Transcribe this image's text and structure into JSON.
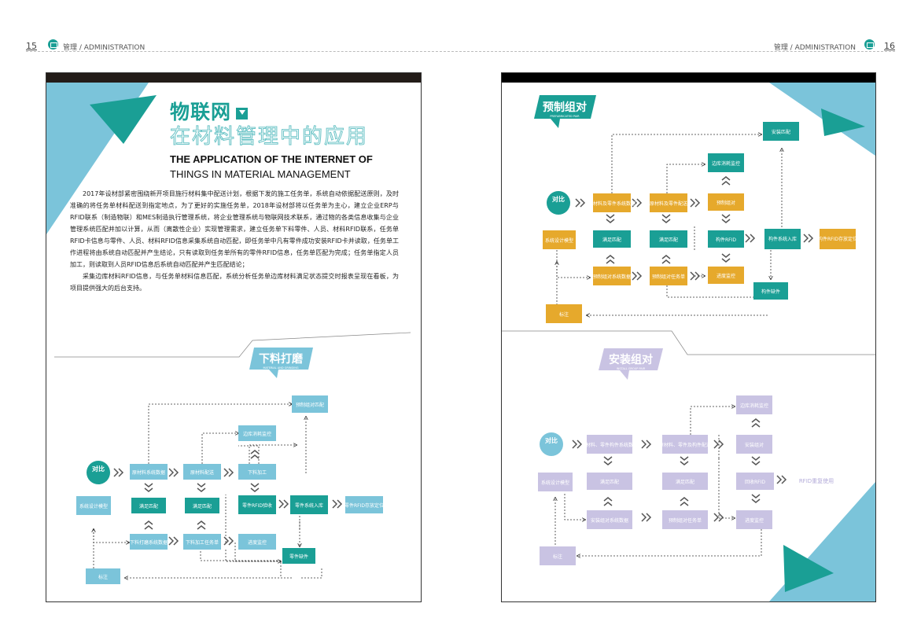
{
  "header": {
    "left_page_num": "15",
    "right_page_num": "16",
    "section_label": "管理 / ADMINISTRATION"
  },
  "colors": {
    "teal": "#1a9f95",
    "light_blue": "#7bc4da",
    "gold": "#e6a92c",
    "lavender": "#c9c3e3"
  },
  "article": {
    "title_cn_1": "物联网",
    "title_cn_2": "在材料管理中的应用",
    "title_en_1": "THE APPLICATION OF THE INTERNET OF",
    "title_en_2": "THINGS IN MATERIAL MANAGEMENT",
    "paragraphs": [
      "2017年设材部紧密围绕新开项目施行材料集中配送计划，根据下发的施工任务单，系统自动依据配送原则，及时准确的将任务单材料配送到指定地点，为了更好的实施任务单，2018年设材部将以任务单为主心，建立企业ERP与RFID联系（制造物联）和MES制造执行管理系统，将企业管理系统与物联网技术联系，通过物的各类信息收集与企业管理系统匹配并加以计算，从而（离散性企业）实现管理需求，建立任务单下料零件、人员、材料RFID联系，任务单RFID卡信息与零件、人员、材料RFID信息采集系统自动匹配，即任务单中凡有零件成功安装RFID卡并读取，任务单工作进程将由系统自动匹配并产生结论，只有读取到任务单所有的零件RFID信息，任务单匹配为完成；任务单指定人员加工，则读取到人员RFID信息后系统自动匹配并产生匹配结论；",
      "采集边库材料RFID信息，与任务单材料信息匹配，系统分析任务单边库材料满足状态提交时报表呈现在看板，为项目提供强大的后台支持。"
    ]
  },
  "sections": {
    "cutting": {
      "title": "下料打磨",
      "subtitle": "MATERIAL AND GRINDING"
    },
    "prefab": {
      "title": "预制组对",
      "subtitle": "PREFABRICATED PAIR"
    },
    "install": {
      "title": "安装组对",
      "subtitle": "INSTALL GROUP PAIR"
    }
  },
  "flow_cutting": {
    "compare": "对比",
    "raw_data": "原材料系统数据",
    "raw_dist": "原材料配送",
    "cut": "下料加工",
    "edge_consume": "边库消耗监控",
    "prefab_match": "预制组对匹配",
    "design": "系统设计模型",
    "satisfy_1": "满足匹配",
    "satisfy_2": "满足匹配",
    "rfid_accept": "零件RFID验收",
    "storage": "零件系统入库",
    "storage_pos": "零件RFID存放定位",
    "cut_data": "下料打磨系统数据",
    "task": "下料加工任务单",
    "progress": "进度监控",
    "missing": "零件缺件",
    "note": "标注"
  },
  "flow_prefab": {
    "compare": "对比",
    "raw_data": "原材料及零件系统数据",
    "raw_dist": "原材料及零件配送",
    "assemble": "预制组对",
    "edge_consume": "边库消耗监控",
    "install_match": "安装匹配",
    "design": "系统设计模型",
    "satisfy_1": "满足匹配",
    "satisfy_2": "满足匹配",
    "rfid": "构件RFID",
    "storage": "构件系统入库",
    "storage_pos": "构件RFID存放定位",
    "sys_data": "预制组对系统数据",
    "task": "预制组对任务单",
    "progress": "进度监控",
    "missing": "构件缺件",
    "note": "标注"
  },
  "flow_install": {
    "compare": "对比",
    "raw_data": "原材料、零件构件系统数据",
    "raw_dist": "原材料、零件及构件配送",
    "assemble": "安装组对",
    "edge_consume": "边库消耗监控",
    "design": "系统设计模型",
    "satisfy_1": "满足匹配",
    "satisfy_2": "满足匹配",
    "recycle": "回收RFID",
    "reuse": "RFID重复使用",
    "sys_data": "安装组对系统数据",
    "task": "预制组对任务单",
    "progress": "进度监控",
    "note": "标注"
  }
}
